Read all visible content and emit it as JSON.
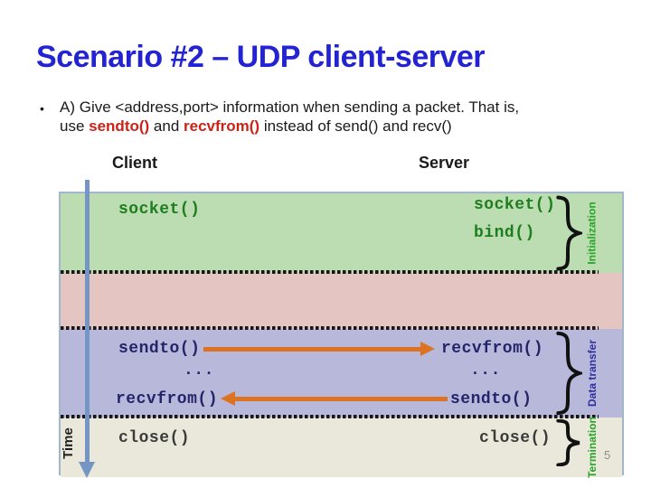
{
  "slide": {
    "title": "Scenario #2 – UDP client-server",
    "page_number": "5"
  },
  "bullet": {
    "marker": "•",
    "line1": "A) Give <address,port> information when sending a packet. That is,",
    "line2": {
      "t0": "use ",
      "t1": "sendto()",
      "t2": " and ",
      "t3": "recvfrom()",
      "t4": " instead of ",
      "t5": "send()",
      "t6": " and ",
      "t7": "recv()"
    }
  },
  "diagram": {
    "client_header": "Client",
    "server_header": "Server",
    "time_label": "Time",
    "initialization": {
      "label": "Initialization",
      "client_socket": "socket()",
      "server_socket": "socket()",
      "server_bind": "bind()"
    },
    "data_transfer": {
      "label": "Data transfer",
      "client_sendto": "sendto()",
      "server_recvfrom": "recvfrom()",
      "client_ellipsis": "...",
      "server_ellipsis": "...",
      "client_recvfrom": "recvfrom()",
      "server_sendto": "sendto()"
    },
    "termination": {
      "label": "Termination",
      "client_close": "close()",
      "server_close": "close()"
    }
  },
  "icons": {
    "time_axis": "downward-arrow",
    "packet_to_server": "right-arrow",
    "packet_to_client": "left-arrow",
    "phase_grouping": "curly-brace"
  },
  "colors": {
    "title_blue": "#2323d4",
    "accent_red": "#cb2318",
    "text_black": "#1a1a1a",
    "band_init": "#bcdcb2",
    "band_gap": "#e4c5c1",
    "band_data": "#b8b8da",
    "band_term": "#eae8da",
    "code_green": "#1e7d1e",
    "code_navy": "#24246a",
    "code_dark": "#3b3b3b",
    "label_green": "#28a428",
    "label_navy": "#2e2ea2",
    "arrow_orange": "#dd7222",
    "time_blue": "#7595c5",
    "edge_blue": "#a2b6ce",
    "page_num_gray": "#8f8f8f"
  }
}
